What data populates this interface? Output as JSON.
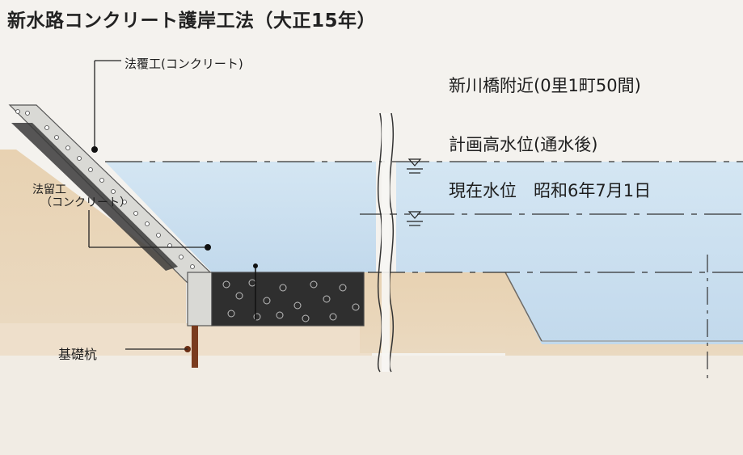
{
  "title": "新水路コンクリート護岸工法（大正15年）",
  "labels": {
    "slope_cover": "法覆工(コンクリート)",
    "location": "新川橋附近(0里1町50間)",
    "planned_water_level": "計画高水位(通水後)",
    "current_water_level": "現在水位　昭和6年7月1日",
    "slope_stop_line1": "法留工",
    "slope_stop_line2": "（コンクリート）",
    "foundation_pile": "基礎杭"
  },
  "colors": {
    "water": "#cfe3f1",
    "soil": "#e2c9a6",
    "concrete": "#d6d6d2",
    "aggregate": "#2e2e2e",
    "pile": "#7a3b1e"
  }
}
